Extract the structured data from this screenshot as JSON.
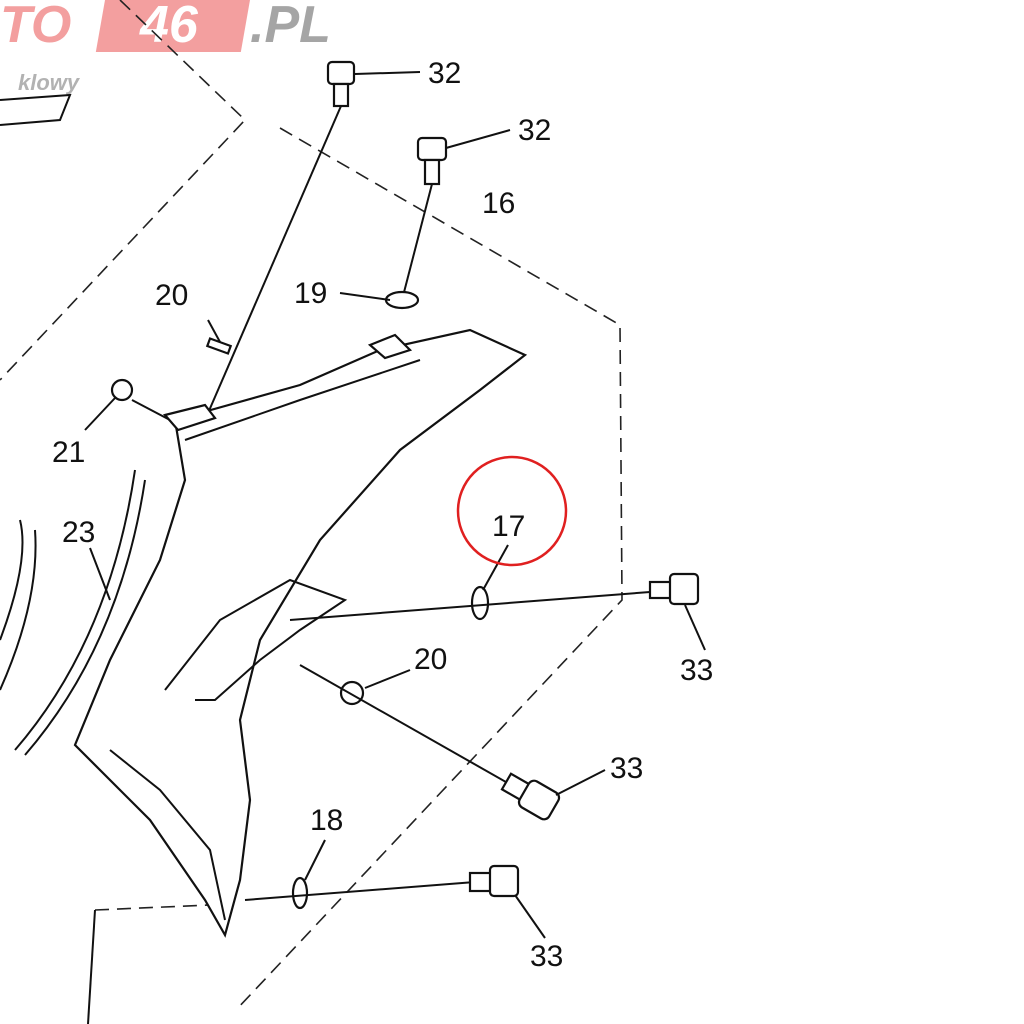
{
  "watermark": {
    "brand": "TO46",
    "domain": ".PL",
    "subtitle": "klowy",
    "color": "#f08080"
  },
  "callouts": [
    {
      "id": "32",
      "label": "32"
    },
    {
      "id": "32b",
      "label": "32"
    },
    {
      "id": "16",
      "label": "16"
    },
    {
      "id": "20",
      "label": "20"
    },
    {
      "id": "19",
      "label": "19"
    },
    {
      "id": "21",
      "label": "21"
    },
    {
      "id": "23",
      "label": "23"
    },
    {
      "id": "17",
      "label": "17"
    },
    {
      "id": "33",
      "label": "33"
    },
    {
      "id": "20b",
      "label": "20"
    },
    {
      "id": "33b",
      "label": "33"
    },
    {
      "id": "18",
      "label": "18"
    },
    {
      "id": "33c",
      "label": "33"
    }
  ],
  "highlight": {
    "target": "17",
    "color": "#e02020"
  }
}
